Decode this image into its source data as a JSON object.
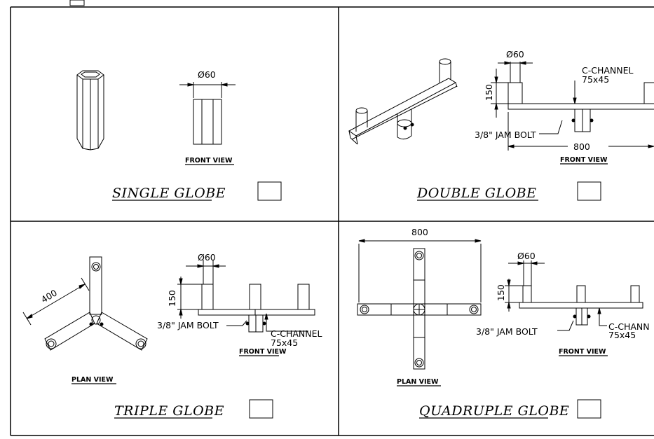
{
  "panels": {
    "single": {
      "title": "SINGLE GLOBE",
      "front_view": "FRONT VIEW",
      "dia": "Ø60"
    },
    "double": {
      "title": "DOUBLE GLOBE",
      "front_view": "FRONT VIEW",
      "dia": "Ø60",
      "height": "150",
      "channel": "C-CHANNEL",
      "channel_size": "75x45",
      "bolt": "3/8\"  JAM  BOLT",
      "length": "800"
    },
    "triple": {
      "title": "TRIPLE GLOBE",
      "front_view": "FRONT VIEW",
      "plan_view": "PLAN VIEW",
      "dia": "Ø60",
      "height": "150",
      "arm": "400",
      "channel": "C-CHANNEL",
      "channel_size": "75x45",
      "bolt": "3/8\"  JAM  BOLT"
    },
    "quadruple": {
      "title": "QUADRUPLE GLOBE",
      "front_view": "FRONT VIEW",
      "plan_view": "PLAN VIEW",
      "dia": "Ø60",
      "height": "150",
      "length": "800",
      "channel": "C-CHANN",
      "channel_size": "75x45",
      "bolt": "3/8\"  JAM  BOLT"
    }
  }
}
